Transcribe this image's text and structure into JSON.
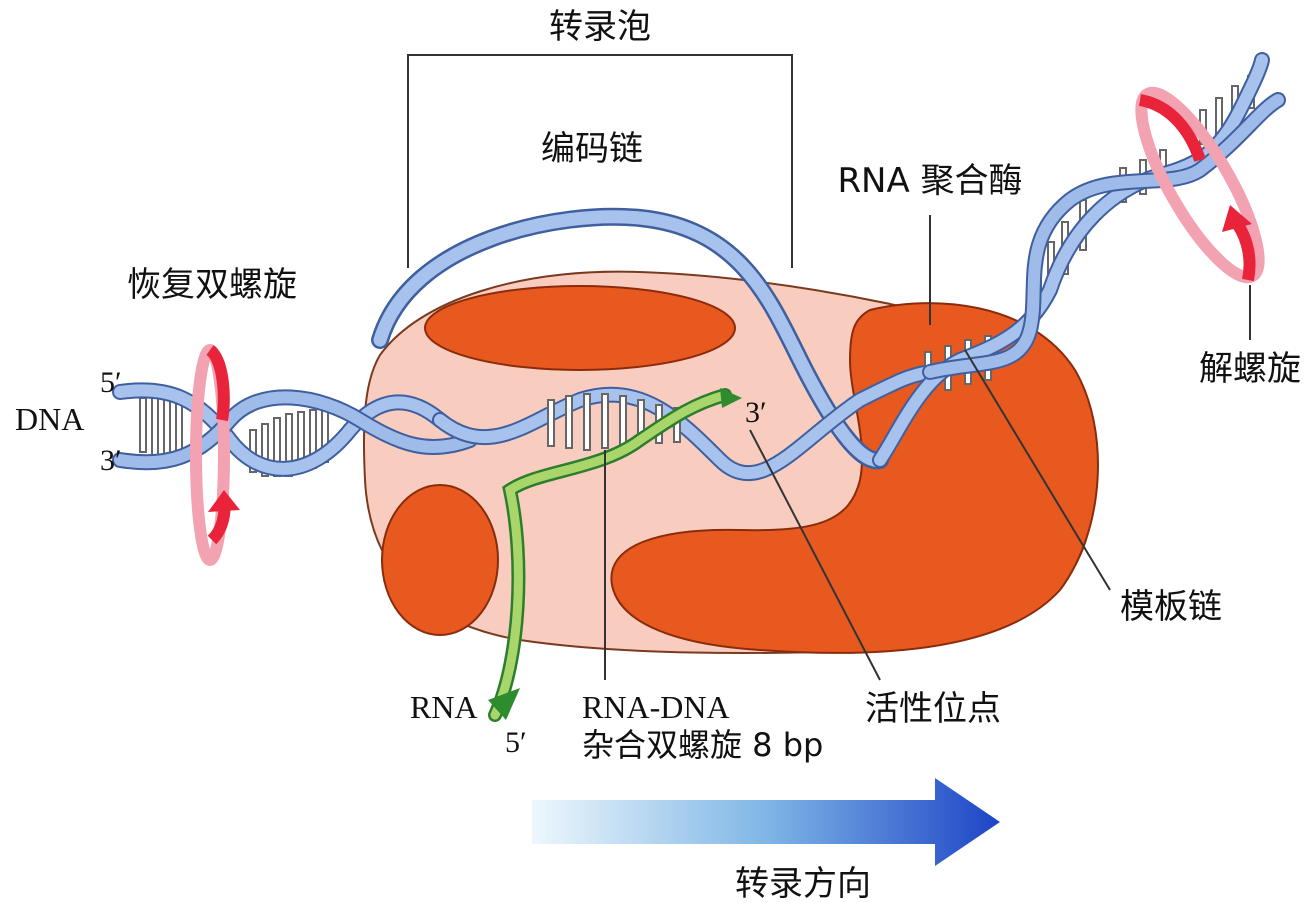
{
  "labels": {
    "bubble": "转录泡",
    "coding_strand": "编码链",
    "rna_polymerase": "RNA 聚合酶",
    "rewinding": "恢复双螺旋",
    "unwinding": "解螺旋",
    "dna": "DNA",
    "five_prime_top": "5′",
    "three_prime_bottom": "3′",
    "rna_three_prime": "3′",
    "rna": "RNA",
    "rna_five_prime": "5′",
    "hybrid_line1": "RNA-DNA",
    "hybrid_line2": "杂合双螺旋 8 bp",
    "active_site": "活性位点",
    "template_strand": "模板链",
    "direction": "转录方向"
  },
  "colors": {
    "dna_strand": "#8fb0e6",
    "dna_outline": "#3f5f9e",
    "polymerase_body": "#f6c6b8",
    "polymerase_domain": "#e85a24",
    "rna_strand": "#8fc43f",
    "rna_dark": "#2e8b2e",
    "rotation_arrow": "#e8233a",
    "direction_arrow_start": "#e8f4fb",
    "direction_arrow_end": "#1e46c8"
  }
}
